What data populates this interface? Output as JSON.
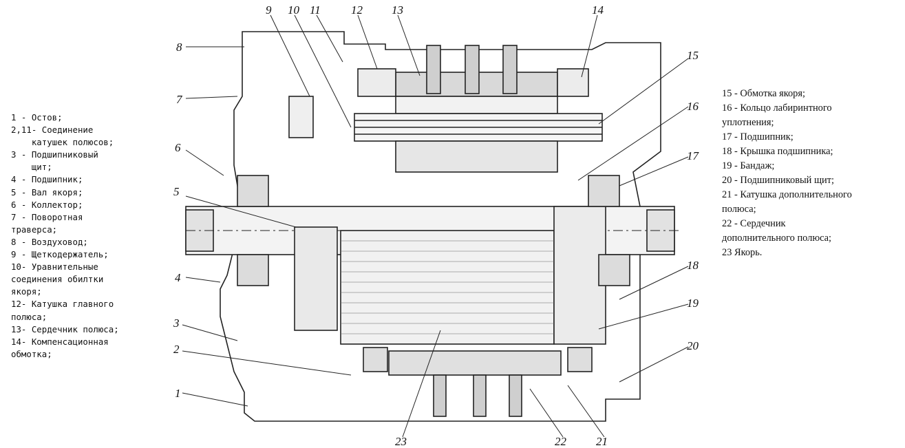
{
  "legend_left": [
    "1 - Остов;",
    "2,11- Соединение",
    "    катушек полюсов;",
    "3 - Подшипниковый",
    "    щит;",
    "4 - Подшипник;",
    "5 - Вал якоря;",
    "6 - Коллектор;",
    "7 - Поворотная",
    "траверса;",
    "8 - Воздуховод;",
    "9 - Щеткодержатель;",
    "10- Уравнительные",
    "соединения обилтки",
    "якоря;",
    "12- Катушка главного",
    "полюса;",
    "13- Сердечник полюса;",
    "14- Компенсационная",
    "обмотка;"
  ],
  "legend_right": [
    "15 - Обмотка якоря;",
    "16 - Кольцо лабиринтного",
    "уплотнения;",
    "17 - Подшипник;",
    "18 - Крышка подшипника;",
    "19 - Бандаж;",
    "20 - Подшипниковый щит;",
    "21 - Катушка дополнительного",
    "полюса;",
    "22 - Сердечник",
    "дополнительного полюса;",
    "23 Якорь."
  ],
  "callouts": [
    "1",
    "2",
    "3",
    "4",
    "5",
    "6",
    "7",
    "8",
    "9",
    "10",
    "11",
    "12",
    "13",
    "14",
    "15",
    "16",
    "17",
    "18",
    "19",
    "20",
    "21",
    "22",
    "23"
  ]
}
